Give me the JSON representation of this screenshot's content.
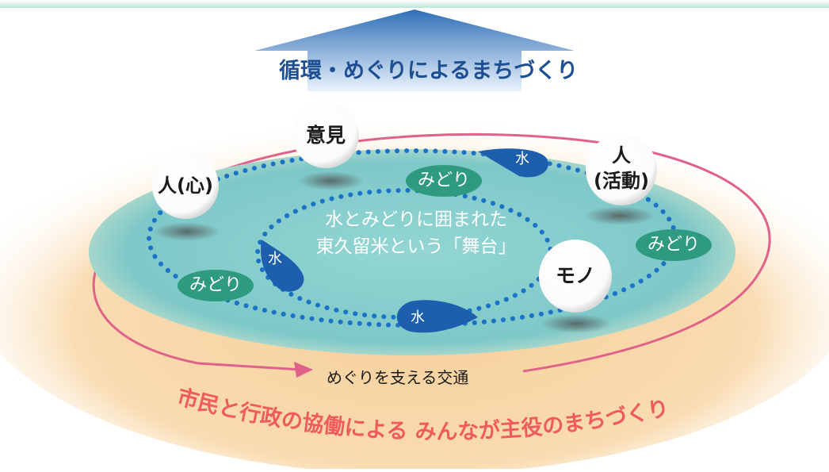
{
  "header": {
    "arrow_label": "循環・めぐりによるまちづくり"
  },
  "stage": {
    "center_text_line1": "水とみどりに囲まれた",
    "center_text_line2": "東久留米という「舞台」"
  },
  "nodes": {
    "iken": "意見",
    "hito_kokoro": "人(心)",
    "hito_katsudo_line1": "人",
    "hito_katsudo_line2": "(活動)",
    "mono": "モノ"
  },
  "greens": {
    "midori": "みどり"
  },
  "waters": {
    "mizu": "水"
  },
  "transport": {
    "label": "めぐりを支える交通"
  },
  "footer": {
    "slogan": "市民と行政の協働による みんなが主役のまちづくり"
  },
  "colors": {
    "arrow_top": "#2f6fb8",
    "arrow_bottom": "#e6f1fb",
    "arrow_text": "#1f4f93",
    "pond": "#7cc9c9",
    "green_oval": "#2e9a7f",
    "water_drop": "#1d5fae",
    "dots": "#1a73c6",
    "ring": "#e0628a",
    "slogan": "#ef5b5b"
  }
}
